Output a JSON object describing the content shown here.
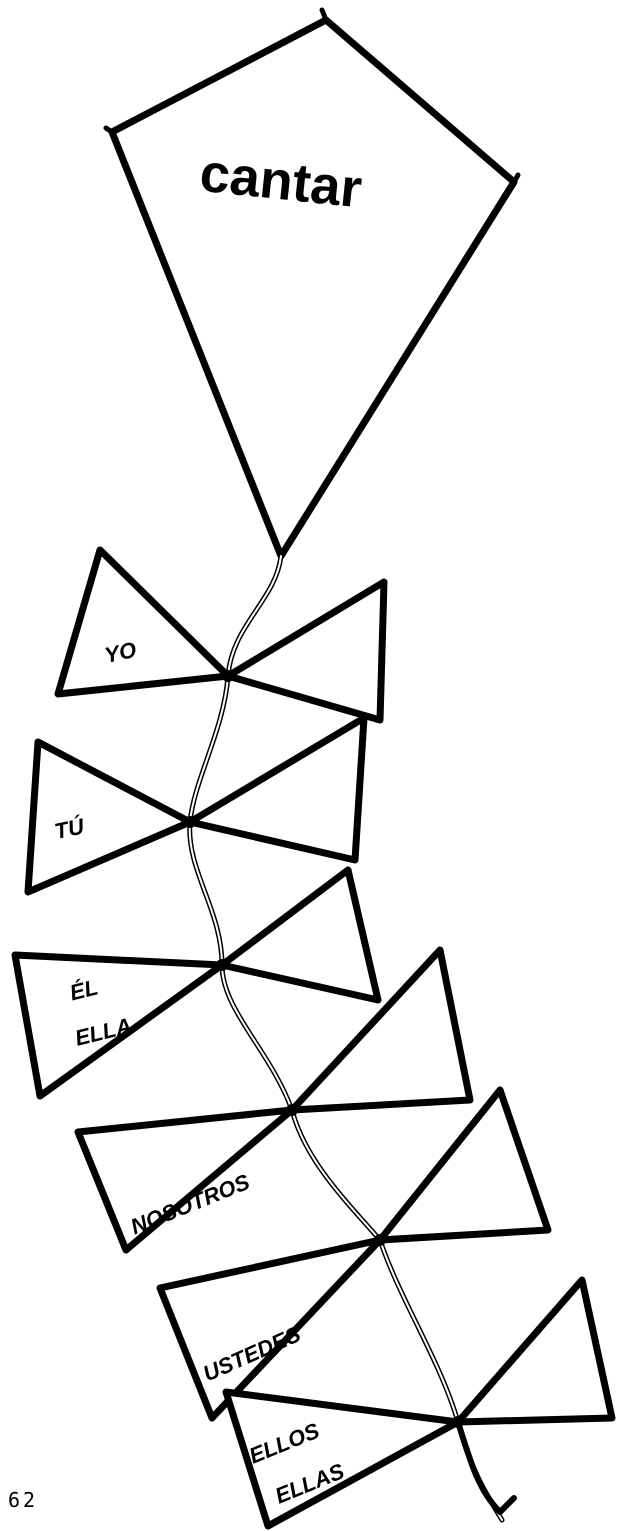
{
  "kite": {
    "title": "cantar"
  },
  "tail": {
    "bows": [
      {
        "lines": [
          "YO"
        ]
      },
      {
        "lines": [
          "TÚ"
        ]
      },
      {
        "lines": [
          "ÉL",
          "ELLA"
        ]
      },
      {
        "lines": [
          "NOSOTROS"
        ]
      },
      {
        "lines": [
          "USTEDES"
        ]
      },
      {
        "lines": [
          "ELLOS",
          "ELLAS"
        ]
      }
    ]
  },
  "page_number": "62"
}
